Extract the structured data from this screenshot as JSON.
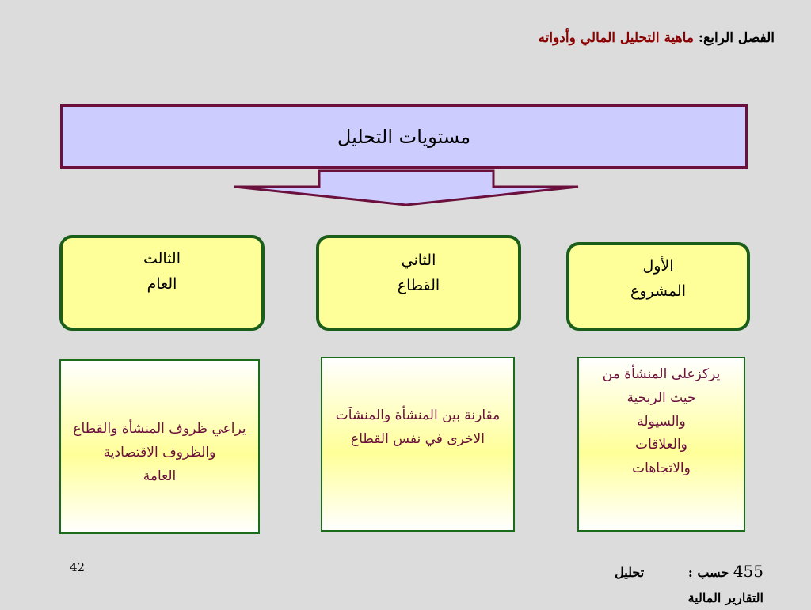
{
  "header": {
    "chapter": "الفصل الرابع:",
    "subject": "ماهية التحليل المالي وأدواته"
  },
  "banner": {
    "title": "مستويات التحليل"
  },
  "colors": {
    "banner_fill": "#ccccff",
    "banner_border": "#6b0f3c",
    "level_fill": "#ffff99",
    "level_border": "#1a5e1a",
    "desc_text": "#6b0f3c",
    "background": "#dcdcdc"
  },
  "levels": [
    {
      "ordinal": "الأول",
      "name": "المشروع"
    },
    {
      "ordinal": "الثاني",
      "name": "القطاع"
    },
    {
      "ordinal": "الثالث",
      "name": "العام"
    }
  ],
  "descriptions": [
    {
      "lines": [
        "يركزعلى المنشأة من",
        "حيث الربحية",
        "والسيولة",
        "والعلاقات",
        "والاتجاهات"
      ]
    },
    {
      "lines": [
        "مقارنة بين المنشأة والمنشآت",
        "الاخرى في نفس القطاع"
      ]
    },
    {
      "lines": [
        "يراعي ظروف المنشأة والقطاع",
        "والظروف الاقتصادية",
        "العامة"
      ]
    }
  ],
  "footer": {
    "page_number": "42",
    "course_code": "455",
    "course_prefix": "حسب :",
    "course_name_1": "تحليل",
    "course_name_2": "التقارير المالية"
  }
}
